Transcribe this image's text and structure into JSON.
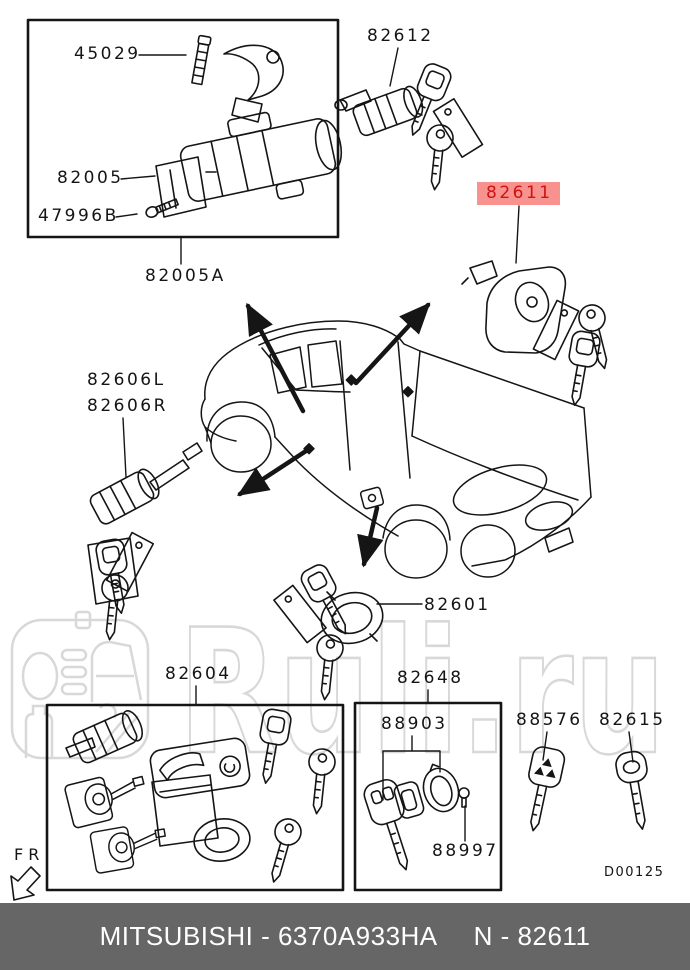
{
  "catalog": {
    "selected_part": "82611",
    "diagram_code": "D00125",
    "fr_indicator": "FR",
    "watermark_text": "Ruli.ru"
  },
  "labels": {
    "p45029": "45029",
    "p82005": "82005",
    "p47996B": "47996B",
    "p82005A": "82005A",
    "p82612": "82612",
    "p82611": "82611",
    "p82606L": "82606L",
    "p82606R": "82606R",
    "p82601": "82601",
    "p82604": "82604",
    "p82648": "82648",
    "p88903": "88903",
    "p88997": "88997",
    "p88576": "88576",
    "p82615": "82615"
  },
  "footer": {
    "left": "MITSUBISHI - 6370A933HA",
    "right": "N - 82611"
  },
  "colors": {
    "highlight_bg": "#f7928e",
    "highlight_text": "#cf1212",
    "footer_bg": "#666666",
    "footer_text": "#ffffff",
    "watermark": "#d8d8d8",
    "line": "#151515"
  }
}
